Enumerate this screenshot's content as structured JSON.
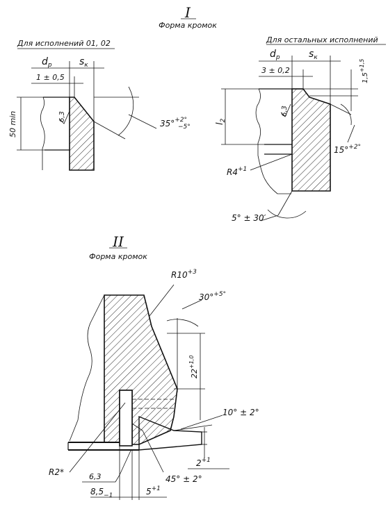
{
  "section1": {
    "numeral": "I",
    "subtitle": "Форма кромок",
    "left": {
      "heading": "Для исполнений 01, 02",
      "d_label": "d",
      "d_sub": "p",
      "s_label": "s",
      "s_sub": "к",
      "tol_top": "1 ± 0,5",
      "roughness": "6,3",
      "height": "50 min",
      "angle_main": "35°",
      "angle_plus": "+2°",
      "angle_minus": "−5°"
    },
    "right": {
      "heading": "Для остальных исполнений",
      "d_label": "d",
      "d_sub": "p",
      "s_label": "s",
      "s_sub": "к",
      "tol_top": "3 ± 0,2",
      "roughness": "6,3",
      "l_label": "l",
      "l_sub": "2",
      "vert_tol": "1,5",
      "vert_tol_sup": "+1,5",
      "angle15": "15°",
      "angle15_sup": "+2°",
      "radius": "R4",
      "radius_sup": "+1",
      "angle5": "5° ± 30′"
    }
  },
  "section2": {
    "numeral": "II",
    "subtitle": "Форма кромок",
    "radius10": "R10",
    "radius10_sup": "+3",
    "angle30": "30°",
    "angle30_sup": "+5°",
    "dim22": "22",
    "dim22_sup": "+1,0",
    "angle10": "10° ± 2°",
    "dim2": "2",
    "dim2_sup": "+1",
    "radius2": "R2*",
    "roughness": "6,3",
    "angle45": "45° ± 2°",
    "dim85": "8,5",
    "dim85_sub": "−1",
    "dim5": "5",
    "dim5_sup": "+1"
  }
}
